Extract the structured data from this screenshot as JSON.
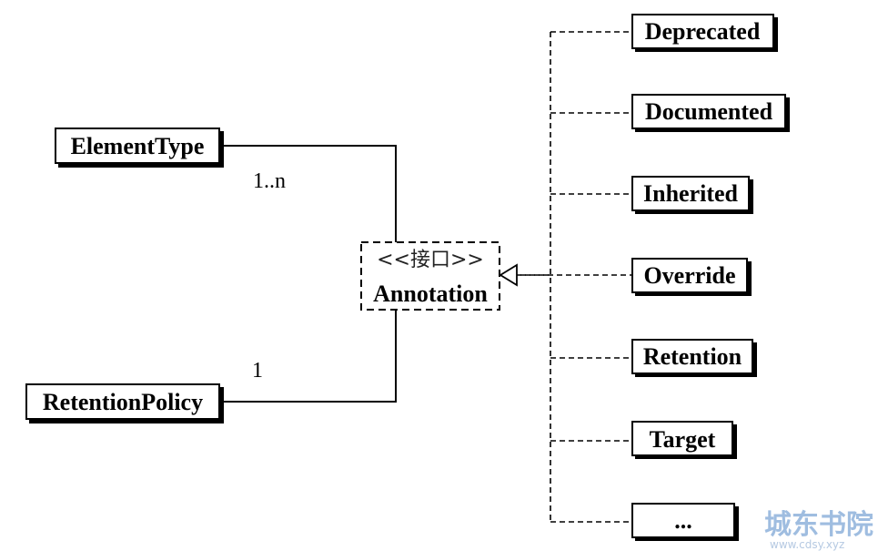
{
  "interface": {
    "stereotype": "<<接口>>",
    "name": "Annotation"
  },
  "left_classes": [
    {
      "name": "ElementType",
      "multiplicity": "1..n"
    },
    {
      "name": "RetentionPolicy",
      "multiplicity": "1"
    }
  ],
  "implementations": [
    "Deprecated",
    "Documented",
    "Inherited",
    "Override",
    "Retention",
    "Target",
    "..."
  ],
  "watermark": {
    "text": "城东书院",
    "url": "www.cdsy.xyz"
  }
}
